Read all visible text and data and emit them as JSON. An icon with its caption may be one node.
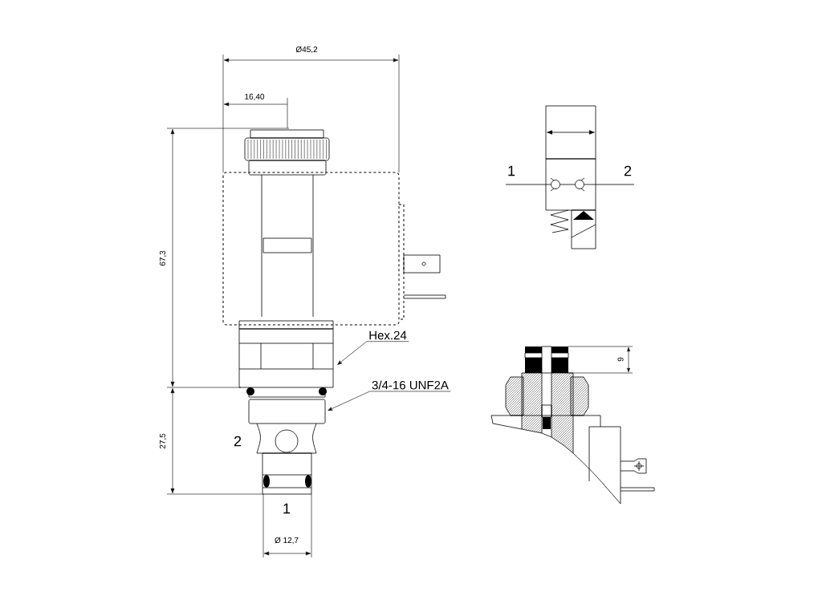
{
  "diagram": {
    "nodes": [
      {
        "text": [
          "Hex.24"
        ]
      },
      {
        "text": [
          "3/4-16 UNF2A"
        ]
      }
    ],
    "edges": [
      {
        "from": 0,
        "to": null,
        "arrow": "to"
      },
      {
        "from": 1,
        "to": null,
        "arrow": "to"
      }
    ],
    "labels": [
      "Ø45,2",
      "16,40",
      "67,3",
      "27,5",
      "2",
      "1",
      "Ø 12,7",
      "1",
      "2",
      "9"
    ]
  }
}
